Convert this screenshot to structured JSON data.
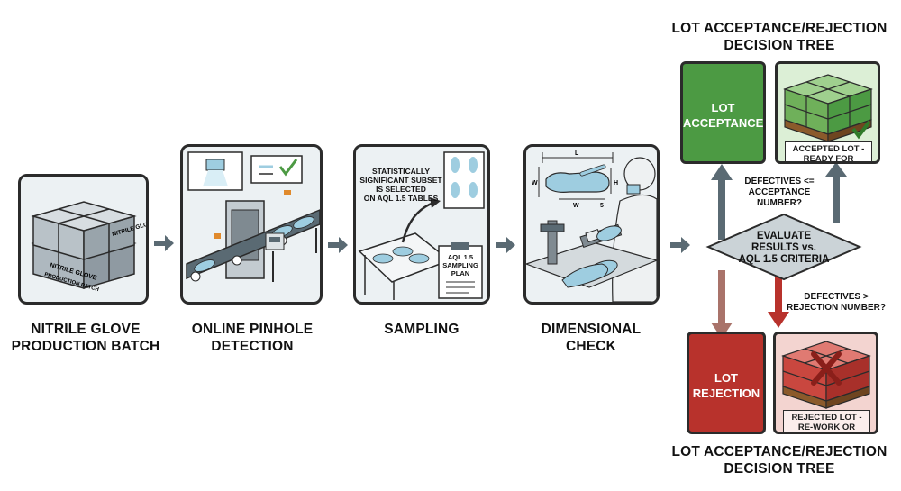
{
  "header_title": [
    "LOT ACCEPTANCE/REJECTION",
    "DECISION TREE"
  ],
  "footer_title": [
    "LOT ACCEPTANCE/REJECTION",
    "DECISION TREE"
  ],
  "stages": [
    {
      "id": "batch",
      "caption": [
        "NITRILE GLOVE",
        "PRODUCTION BATCH"
      ],
      "box_labels": [
        "NITRILE GLOVE",
        "PRODUCTION BATCH"
      ],
      "icon": "glove-box-stack"
    },
    {
      "id": "pinhole",
      "caption": [
        "ONLINE PINHOLE",
        "DETECTION"
      ],
      "icon": "conveyor-scanner"
    },
    {
      "id": "sampling",
      "caption": [
        "SAMPLING"
      ],
      "note": [
        "STATISTICALLY",
        "SIGNIFICANT SUBSET",
        "IS SELECTED",
        "ON AQL 1.5 TABLES"
      ],
      "clipboard": [
        "AQL 1.5",
        "SAMPLING",
        "PLAN"
      ],
      "icon": "sampling-table"
    },
    {
      "id": "dimension",
      "caption": [
        "DIMENSIONAL",
        "CHECK"
      ],
      "dims": {
        "length": "L",
        "width": "W",
        "width_lower": "W",
        "height": "H",
        "size": "5"
      },
      "icon": "caliper-measure"
    }
  ],
  "decision": {
    "diamond": [
      "EVALUATE",
      "RESULTS vs.",
      "AQL 1.5 CRITERIA"
    ],
    "accept_condition": [
      "DEFECTIVES <=",
      "ACCEPTANCE NUMBER?"
    ],
    "reject_condition": [
      "DEFECTIVES >",
      "REJECTION NUMBER?"
    ],
    "accept_box": [
      "LOT",
      "ACCEPTANCE"
    ],
    "reject_box": [
      "LOT",
      "REJECTION"
    ],
    "accepted_label": [
      "ACCEPTED LOT -",
      "READY FOR SHIPMENT"
    ],
    "rejected_label": [
      "REJECTED LOT -",
      "RE-WORK OR DISPOSE"
    ]
  },
  "colors": {
    "accept": "#4c9a43",
    "reject": "#b8322c",
    "accept_bg": "#dcefd6",
    "reject_bg": "#f3d4d0",
    "arrow": "#5a6a73",
    "outline": "#2b2b2b",
    "glove": "#9ecde0"
  }
}
